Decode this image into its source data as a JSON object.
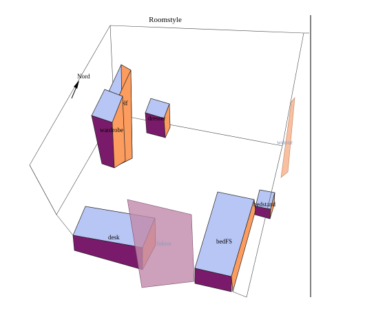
{
  "title": "Roomstyle",
  "compass_label": "Nord",
  "colors": {
    "top": "#b8c6f6",
    "side_orange": "#fc9c5e",
    "side_purple": "#7a1a6a",
    "door": "#c08aaa",
    "window": "#f8c0a0"
  },
  "objects": [
    {
      "id": "wardrobe",
      "label": "wardrobe"
    },
    {
      "id": "shelf",
      "label": "shelf"
    },
    {
      "id": "dresser",
      "label": "dresser"
    },
    {
      "id": "desk",
      "label": "desk"
    },
    {
      "id": "bdoor",
      "label": "bdoor"
    },
    {
      "id": "bedFS",
      "label": "bedFS"
    },
    {
      "id": "bedstand",
      "label": "bedstand"
    },
    {
      "id": "wdoor",
      "label": "wdoor"
    }
  ]
}
